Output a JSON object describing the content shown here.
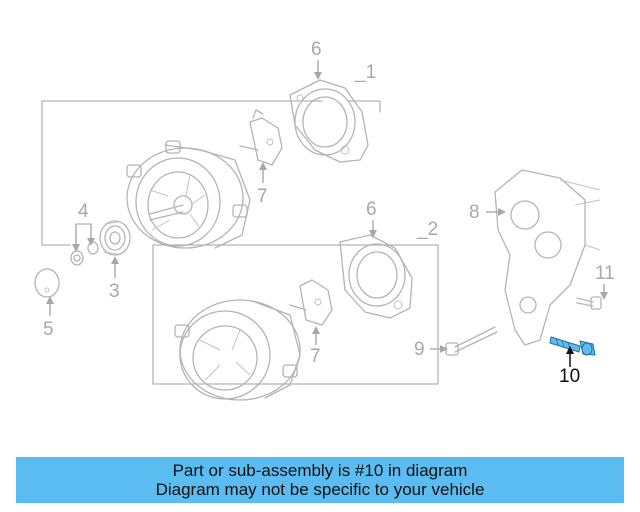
{
  "callouts": {
    "c1": "_1",
    "c2": "_2",
    "c3": "3",
    "c4": "4",
    "c5": "5",
    "c6a": "6",
    "c6b": "6",
    "c7a": "7",
    "c7b": "7",
    "c8": "8",
    "c9": "9",
    "c10": "10",
    "c11": "11"
  },
  "banner": {
    "line1": "Part or sub-assembly is #10 in diagram",
    "line2": "Diagram may not be specific to your vehicle"
  },
  "colors": {
    "highlight_part": "#5bbcf2",
    "banner_bg": "#5bbcf2",
    "drawing_lines": "#b4b4b4"
  }
}
